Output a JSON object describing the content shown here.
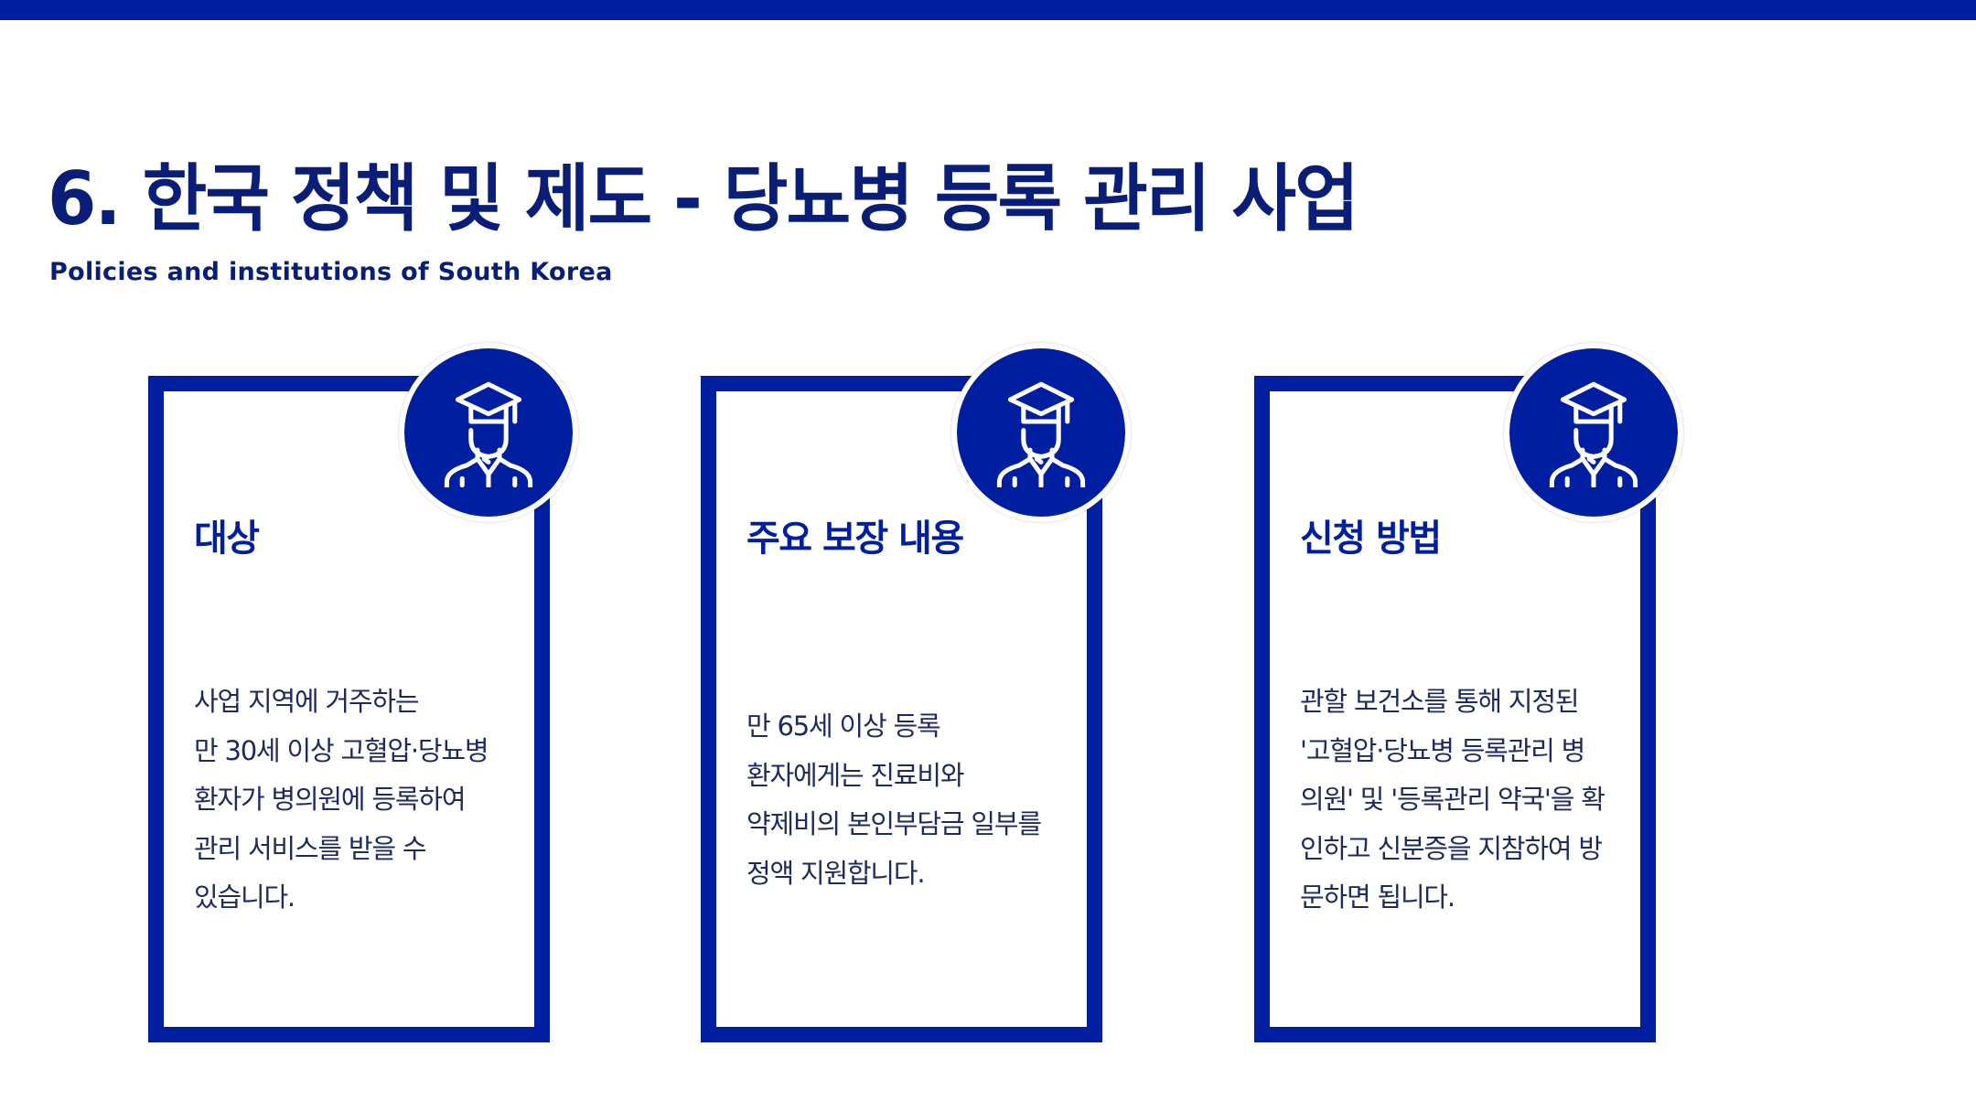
{
  "slide": {
    "title": "6. 한국 정책 및 제도 - 당뇨병 등록 관리 사업",
    "subtitle": "Policies and institutions of South Korea",
    "colors": {
      "top_bar": "#001EA0",
      "title": "#0A1E78",
      "card_border": "#001EA0",
      "card_heading": "#001EA0",
      "body_text": "#1E2A5E",
      "icon_circle": "#001EA0",
      "icon_stroke": "#FFFFFF"
    }
  },
  "cards": [
    {
      "heading": "대상",
      "icon": "graduate-person-icon",
      "body_lines": [
        "사업 지역에 거주하는",
        "만 30세 이상 고혈압·당뇨병",
        "환자가 병의원에 등록하여",
        "관리 서비스를 받을 수",
        "있습니다."
      ]
    },
    {
      "heading": "주요 보장 내용",
      "icon": "graduate-person-icon",
      "body_lines": [
        "만 65세 이상 등록",
        "환자에게는 진료비와",
        "약제비의 본인부담금 일부를",
        "정액 지원합니다."
      ]
    },
    {
      "heading": "신청 방법",
      "icon": "graduate-person-icon",
      "body_lines": [
        "관할 보건소를 통해 지정된",
        "'고혈압·당뇨병 등록관리 병",
        "의원' 및 '등록관리 약국'을 확",
        "인하고 신분증을 지참하여 방",
        "문하면 됩니다."
      ]
    }
  ]
}
